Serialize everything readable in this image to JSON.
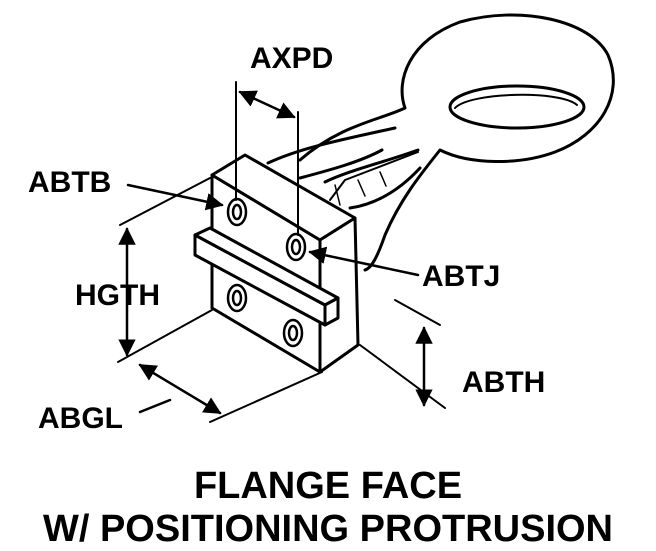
{
  "labels": {
    "axpd": "AXPD",
    "abtb": "ABTB",
    "hgth": "HGTH",
    "abtj": "ABTJ",
    "abth": "ABTH",
    "abgl": "ABGL"
  },
  "caption": {
    "line1": "FLANGE FACE",
    "line2": "W/ POSITIONING PROTRUSION"
  }
}
